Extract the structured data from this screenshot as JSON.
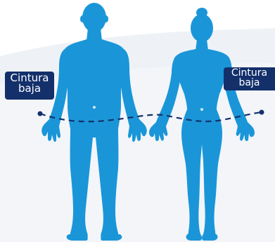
{
  "colors": {
    "background_top": "#ffffff",
    "background_band": "#eef2f7",
    "background_bottom": "#f3f5f9",
    "body_fill": "#1a96d8",
    "label_bg": "#13306b",
    "waist_line": "#13306b",
    "navel_dot": "#cfe6f5"
  },
  "icons": {
    "male": "male-body-silhouette-icon",
    "female": "female-body-silhouette-icon"
  },
  "labels": {
    "left": {
      "line1": "Cintura",
      "line2": "baja"
    },
    "right": {
      "line1": "Cintura",
      "line2": "baja"
    }
  }
}
